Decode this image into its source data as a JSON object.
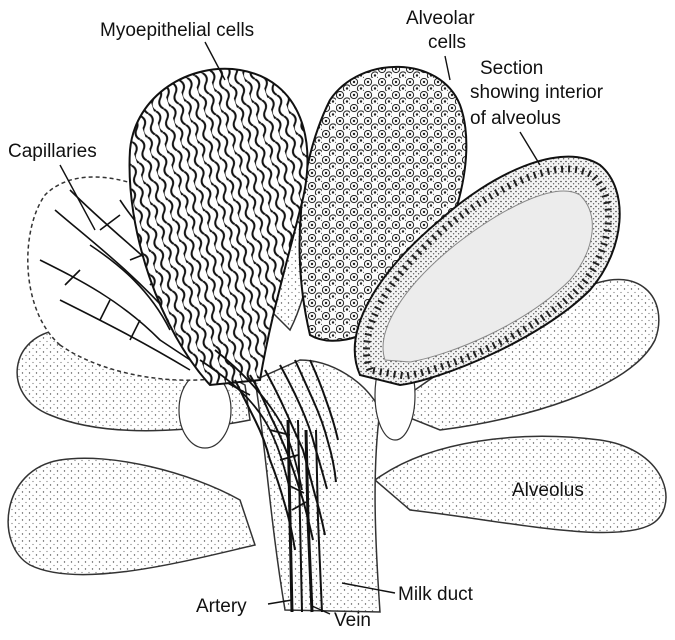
{
  "labels": {
    "myoepithelial": "Myoepithelial cells",
    "alveolar_line1": "Alveolar",
    "alveolar_line2": "cells",
    "section_line1": "Section",
    "section_line2": "showing interior",
    "section_line3": "of alveolus",
    "capillaries": "Capillaries",
    "alveolus": "Alveolus",
    "milk_duct": "Milk duct",
    "artery": "Artery",
    "vein": "Vein"
  },
  "colors": {
    "ink": "#111111",
    "stipple": "#3a3a3a",
    "paper": "#ffffff"
  }
}
